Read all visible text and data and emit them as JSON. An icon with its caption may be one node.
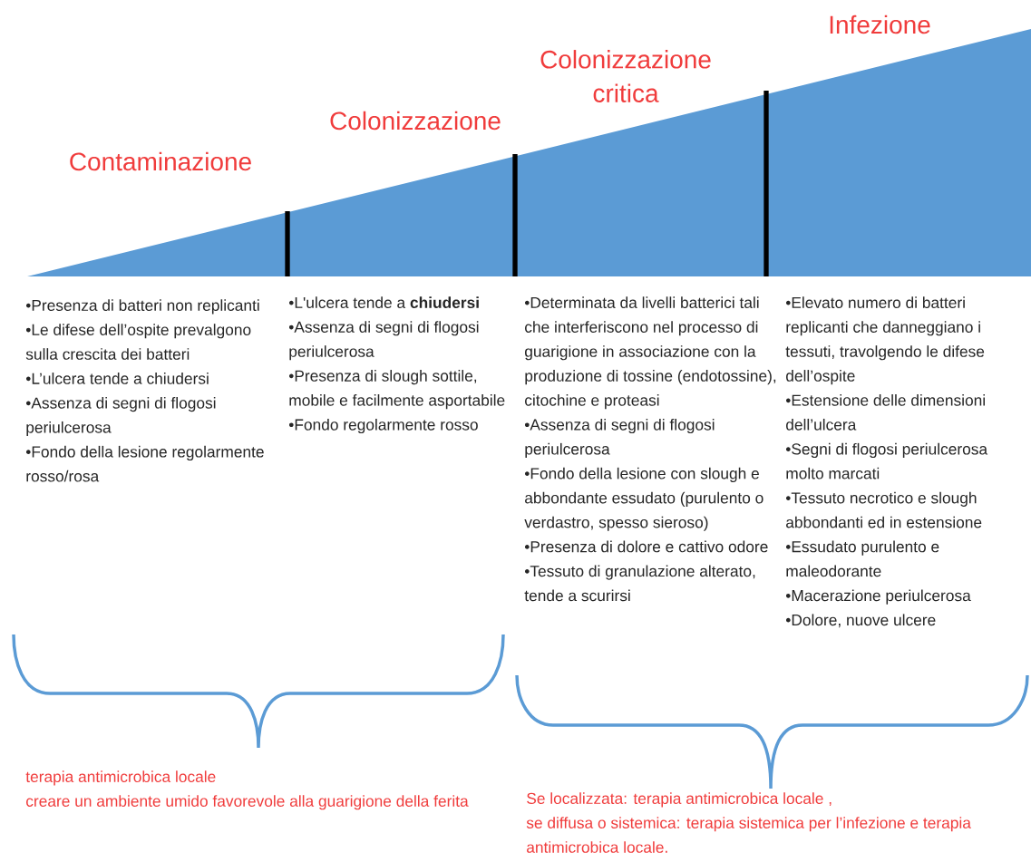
{
  "diagram": {
    "labels": [
      "Contaminazione",
      "Colonizzazione",
      "Colonizzazione critica",
      "Infezione",
      "•Presenza di batteri non replicanti",
      "•Le difese dell’ospite prevalgono sulla crescita dei batteri",
      "•L’ulcera tende a chiudersi",
      "•Assenza di segni di flogosi periulcerosa",
      "•Fondo della lesione regolarmente rosso/rosa",
      "•L'ulcera tende a **chiudersi**",
      "•Assenza di segni di flogosi periulcerosa",
      "•Presenza di slough sottile, mobile e facilmente asportabile",
      "•Fondo regolarmente rosso",
      "•Determinata da livelli batterici tali che interferiscono nel processo di guarigione in associazione con la produzione di tossine (endotossine), citochine e proteasi",
      "•Assenza di segni di flogosi periulcerosa",
      "•Fondo della lesione con slough e abbondante essudato (purulento o verdastro, spesso sieroso)",
      "•Presenza di dolore e cattivo odore",
      "•Tessuto di granulazione alterato, tende a scurirsi",
      "•Elevato numero di batteri replicanti che danneggiano i tessuti, travolgendo le difese dell’ospite",
      "•Estensione delle dimensioni dell’ulcera",
      "•Segni di flogosi periulcerosa molto marcati",
      "•Tessuto necrotico e slough abbondanti ed in estensione",
      "•Essudato purulento e maleodorante",
      "•Macerazione periulcerosa",
      "•Dolore, nuove ulcere",
      "terapia antimicrobica locale",
      "creare un ambiente umido favorevole alla guarigione della ferita",
      "Se localizzata: terapia antimicrobica locale ,",
      "se diffusa o sistemica: terapia sistemica per l’infezione e terapia antimicrobica locale."
    ]
  }
}
